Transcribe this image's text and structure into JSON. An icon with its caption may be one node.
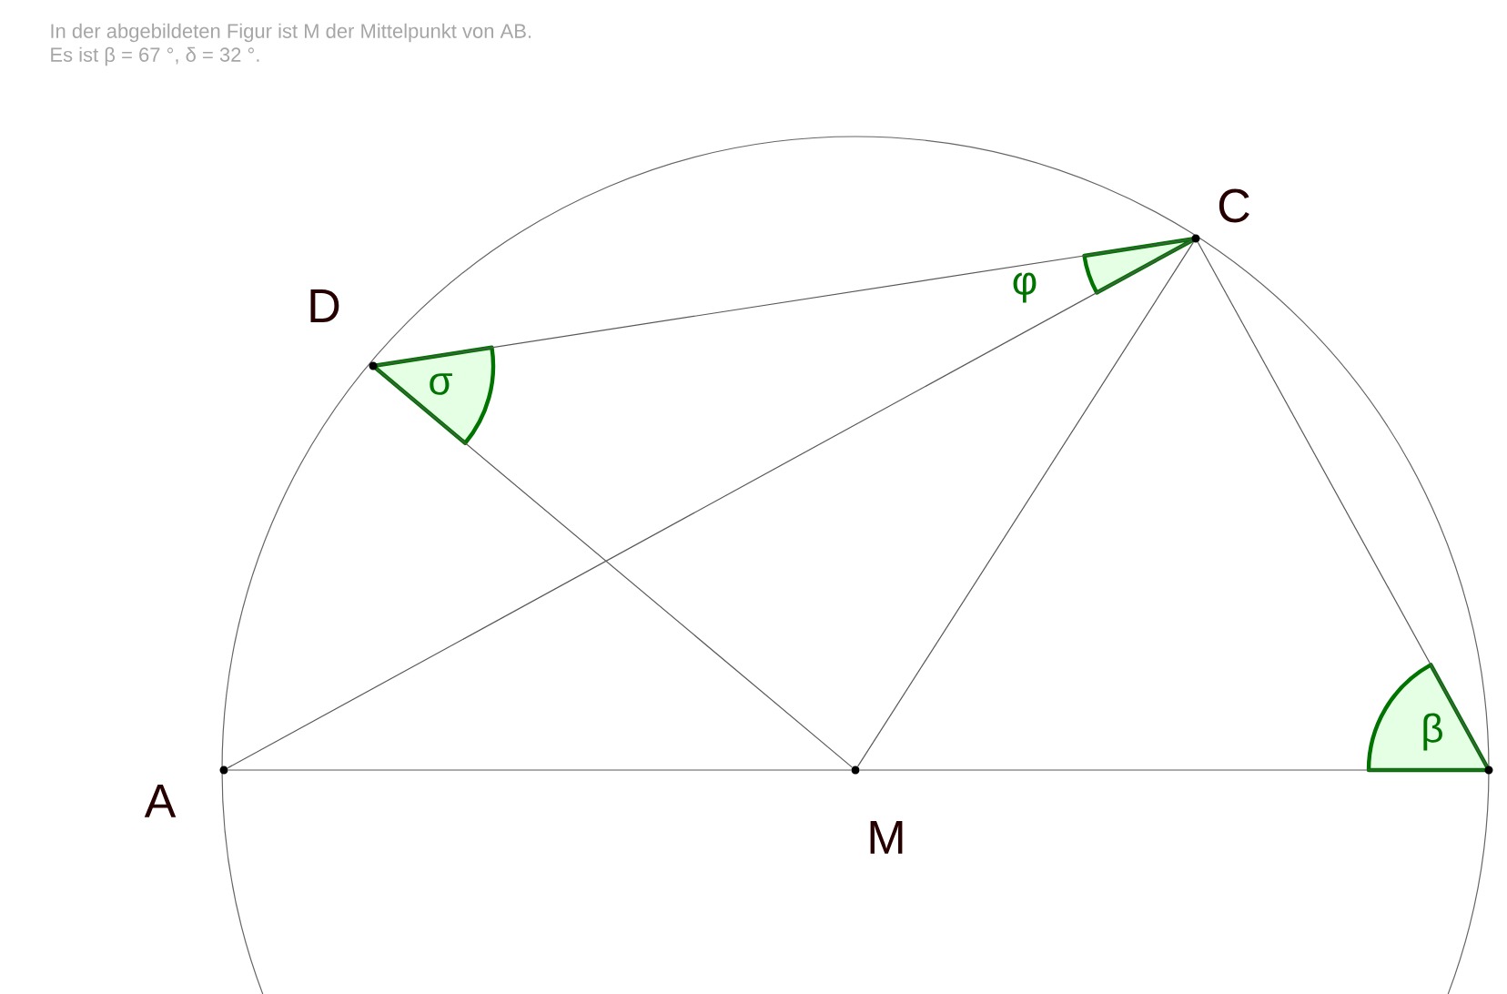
{
  "diagram": {
    "nodes": [
      {
        "text": [
          "A"
        ]
      },
      {
        "text": [
          "M"
        ]
      },
      {
        "text": [
          "C"
        ]
      },
      {
        "text": [
          "D"
        ]
      },
      {
        "text": [],
        "shape": "circle"
      }
    ],
    "edges": [
      {
        "from": 0,
        "to": 1,
        "arrow": "none"
      },
      {
        "from": 1,
        "to": 4,
        "arrow": "none"
      },
      {
        "from": 0,
        "to": 2,
        "arrow": "none"
      },
      {
        "from": 3,
        "to": 2,
        "arrow": "none"
      },
      {
        "from": 3,
        "to": 1,
        "arrow": "none"
      },
      {
        "from": 1,
        "to": 2,
        "arrow": "none"
      },
      {
        "from": 2,
        "to": 4,
        "arrow": "none"
      }
    ],
    "labels": [
      "In der abgebildeten Figur ist M der Mittelpunkt von AB.",
      "Es ist β = 67 °, δ = 32 °.",
      "σ",
      "φ",
      "β"
    ]
  }
}
